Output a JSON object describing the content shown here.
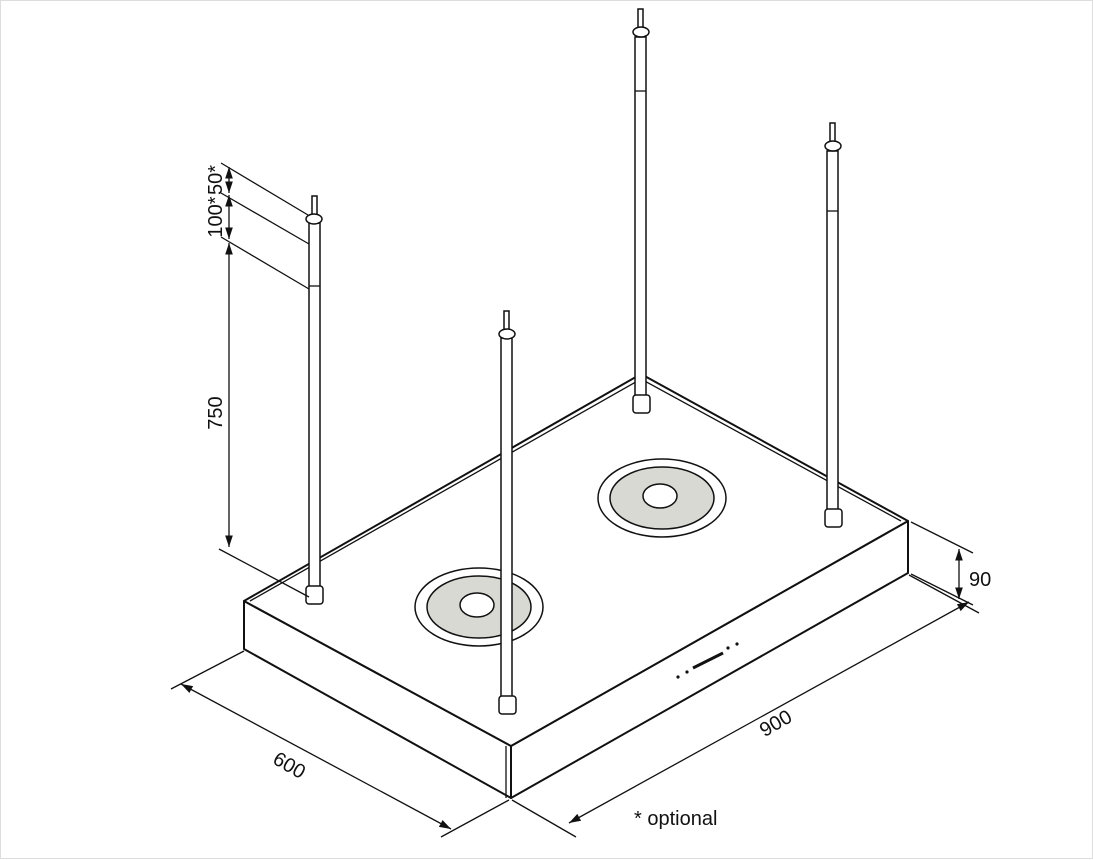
{
  "title": "Island hood dimensions",
  "dimensions": {
    "extension_optional": "50*",
    "extension": "100*",
    "pole_length": "750",
    "height": "90",
    "width": "900",
    "depth": "600"
  },
  "footnote": "* optional",
  "colors": {
    "line": "#111111",
    "burner_fill": "#d9d9d4",
    "background": "#ffffff"
  }
}
